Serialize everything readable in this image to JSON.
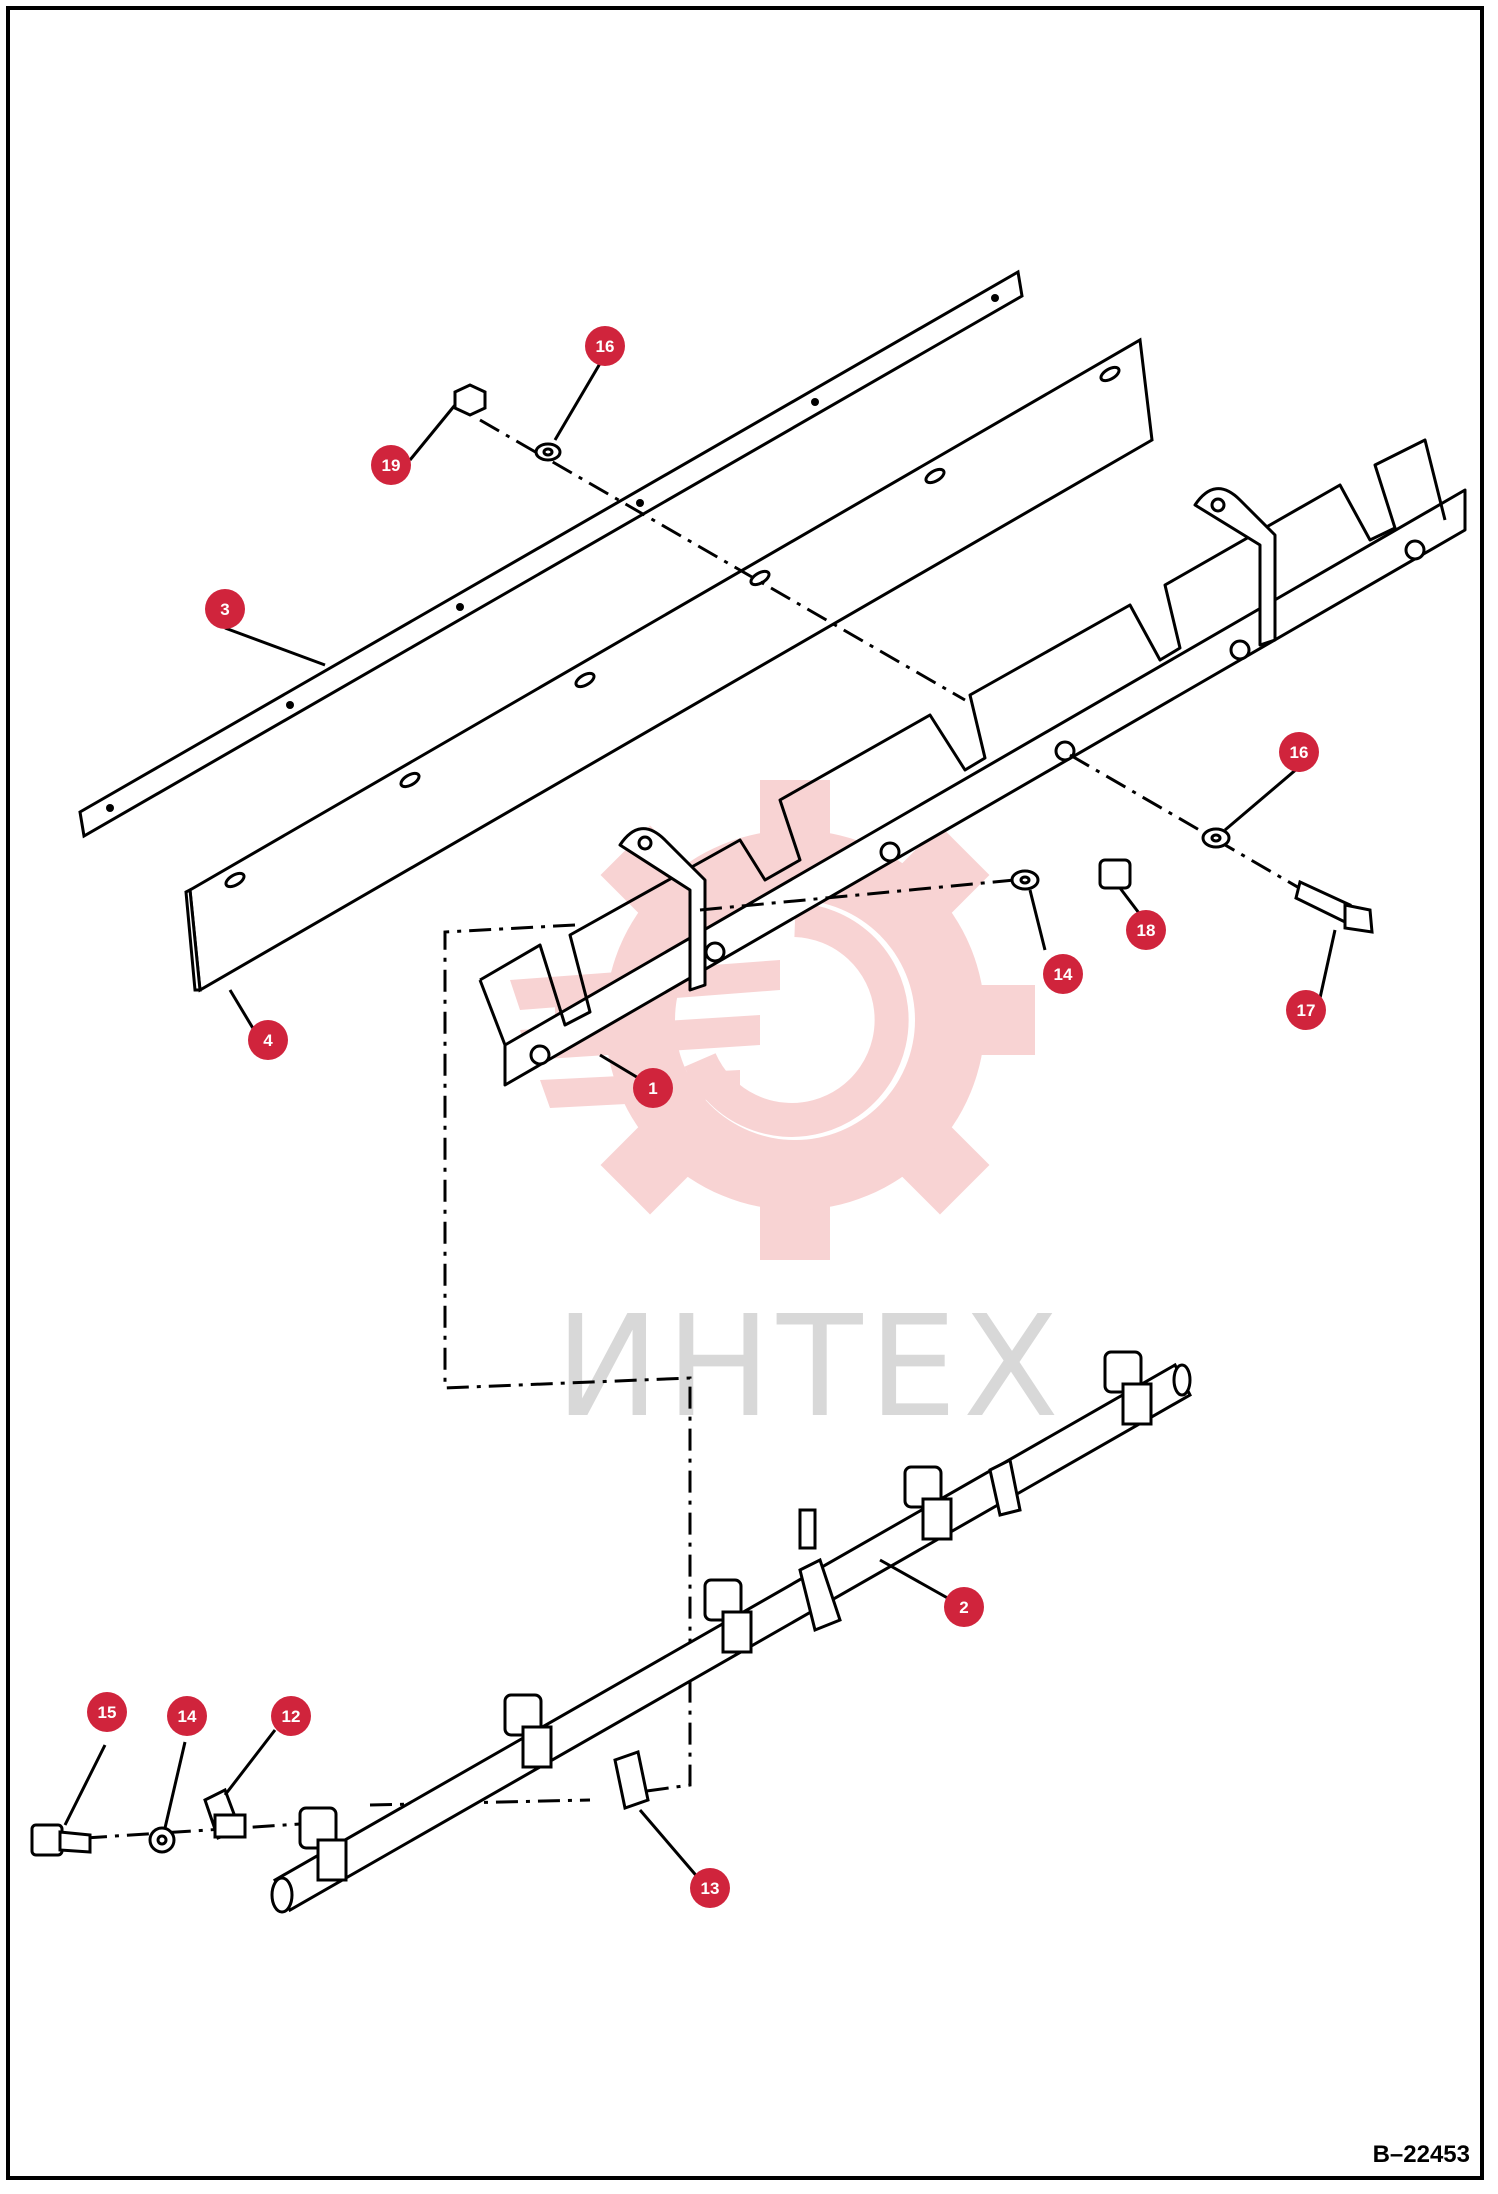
{
  "diagram": {
    "reference_code": "B–22453",
    "watermark_text": "ИНТЕХ",
    "callout_color": "#d0243c",
    "watermark_color": "#f3b6b8",
    "callouts": [
      {
        "id": "c1",
        "label": "1"
      },
      {
        "id": "c2",
        "label": "2"
      },
      {
        "id": "c3",
        "label": "3"
      },
      {
        "id": "c4",
        "label": "4"
      },
      {
        "id": "c12",
        "label": "12"
      },
      {
        "id": "c13",
        "label": "13"
      },
      {
        "id": "c14a",
        "label": "14"
      },
      {
        "id": "c14b",
        "label": "14"
      },
      {
        "id": "c15",
        "label": "15"
      },
      {
        "id": "c16a",
        "label": "16"
      },
      {
        "id": "c16b",
        "label": "16"
      },
      {
        "id": "c17",
        "label": "17"
      },
      {
        "id": "c18",
        "label": "18"
      },
      {
        "id": "c19",
        "label": "19"
      }
    ]
  }
}
